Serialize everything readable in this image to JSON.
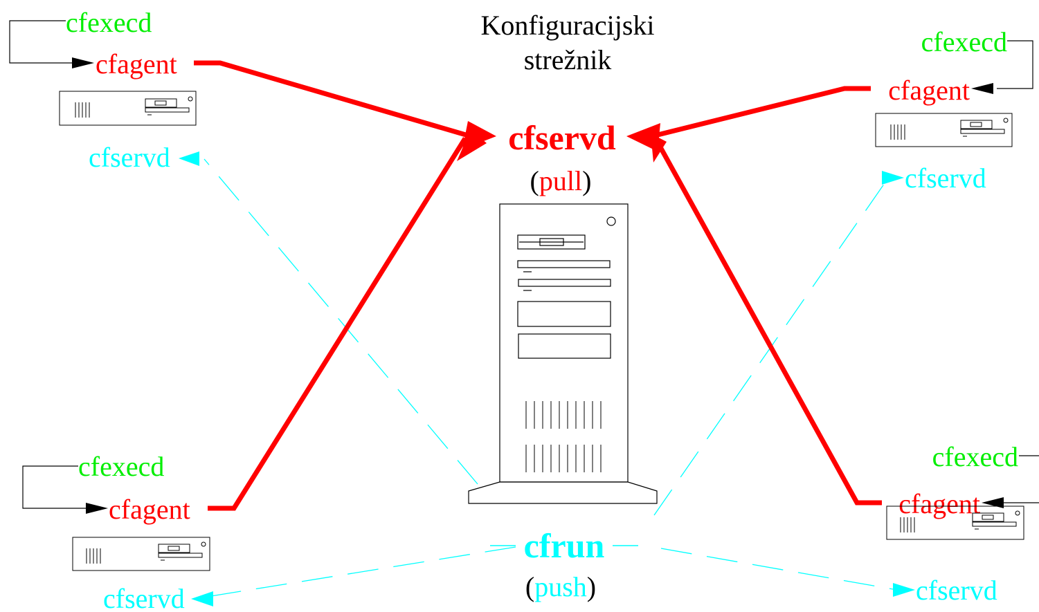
{
  "title": {
    "line1": "Konfiguracijski",
    "line2": "strežnik"
  },
  "server": {
    "daemon_label": "cfservd",
    "mode_open": "(",
    "mode_label": "pull",
    "mode_close": ")"
  },
  "push": {
    "label": "cfrun",
    "mode_open": "(",
    "mode_label": "push",
    "mode_close": ")"
  },
  "clients": {
    "top_left": {
      "cfexecd": "cfexecd",
      "cfagent": "cfagent",
      "cfservd": "cfservd"
    },
    "top_right": {
      "cfexecd": "cfexecd",
      "cfagent": "cfagent",
      "cfservd": "cfservd"
    },
    "bottom_left": {
      "cfexecd": "cfexecd",
      "cfagent": "cfagent",
      "cfservd": "cfservd"
    },
    "bottom_right": {
      "cfexecd": "cfexecd",
      "cfagent": "cfagent",
      "cfservd": "cfservd"
    }
  },
  "colors": {
    "cfexecd": "#00ee00",
    "cfagent": "#ff0000",
    "cfservd_pull": "#ff0000",
    "cfservd_push": "#00ffff",
    "pull_line": "#ff0000",
    "push_line": "#00ffff",
    "loop_line": "#000000"
  }
}
